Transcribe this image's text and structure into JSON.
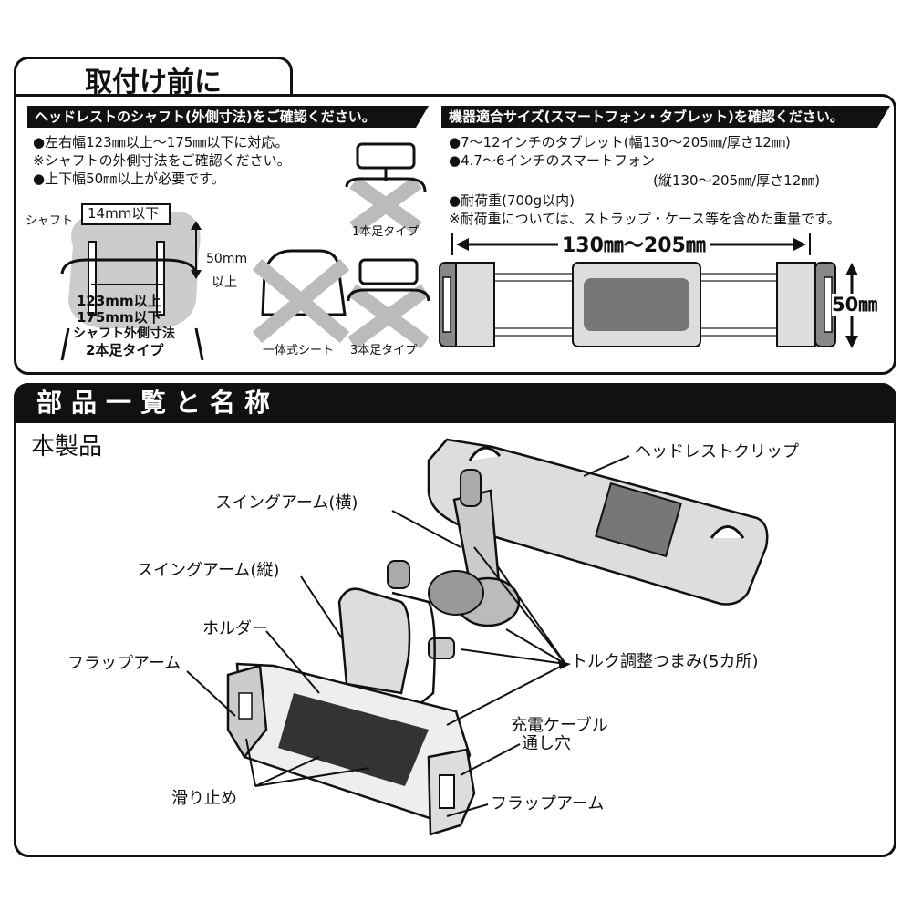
{
  "top": {
    "tab_title": "取付け前に",
    "left": {
      "band": "ヘッドレストのシャフト(外側寸法)をご確認ください。",
      "lines": [
        "●左右幅123㎜以上〜175㎜以下に対応。",
        "※シャフトの外側寸法をご確認ください。",
        "●上下幅50㎜以上が必要です。"
      ],
      "diagram": {
        "label_14mm": "14mm以下",
        "label_shaft": "シャフト",
        "label_50mm": "50mm",
        "label_ijou": "以上",
        "label_123": "123mm以上",
        "label_175": "175mm以下",
        "label_outer": "シャフト外側寸法",
        "label_2leg": "2本足タイプ"
      },
      "types": {
        "one_leg": "1本足タイプ",
        "integrated": "一体式シート",
        "three_leg": "3本足タイプ"
      }
    },
    "right": {
      "band": "機器適合サイズ(スマートフォン・タブレット)を確認ください。",
      "lines": [
        "●7〜12インチのタブレット(幅130〜205㎜/厚さ12㎜)",
        "●4.7〜6インチのスマートフォン",
        "(縦130〜205㎜/厚さ12㎜)",
        "●耐荷重(700g以内)",
        "※耐荷重については、ストラップ・ケース等を含めた重量です。"
      ],
      "width_label": "130㎜〜205㎜",
      "height_label": "50㎜"
    }
  },
  "bottom": {
    "title": "部品一覧と名称",
    "product_label": "本製品",
    "parts": {
      "headrest_clip": "ヘッドレストクリップ",
      "swing_arm_h": "スイングアーム(横)",
      "swing_arm_v": "スイングアーム(縦)",
      "holder": "ホルダー",
      "flap_arm_left": "フラップアーム",
      "torque_knob": "トルク調整つまみ(5カ所)",
      "cable_hole_1": "充電ケーブル",
      "cable_hole_2": "通し穴",
      "non_slip": "滑り止め",
      "flap_arm_right": "フラップアーム"
    }
  }
}
